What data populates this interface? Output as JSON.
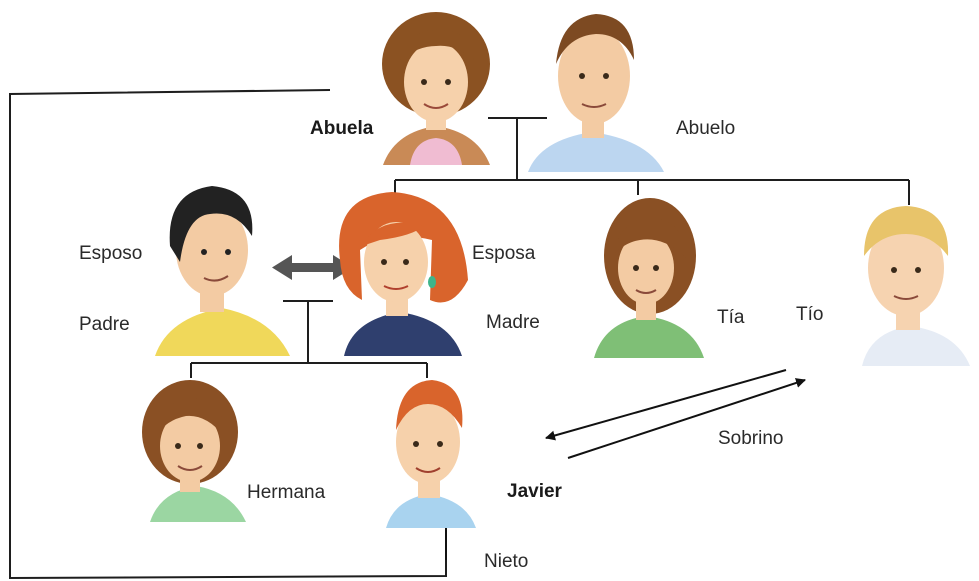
{
  "labels": {
    "abuela": "Abuela",
    "abuelo": "Abuelo",
    "esposo": "Esposo",
    "padre": "Padre",
    "esposa": "Esposa",
    "madre": "Madre",
    "tia": "Tía",
    "tio": "Tío",
    "hermana": "Hermana",
    "javier": "Javier",
    "sobrino": "Sobrino",
    "nieto": "Nieto"
  },
  "people": [
    {
      "id": "abuela",
      "hair": "#8b5222",
      "skin": "#f6d1ab",
      "shirt": "#f0bcd2",
      "collar": "#c98a56"
    },
    {
      "id": "abuelo",
      "hair": "#7d4a22",
      "skin": "#f3cba3",
      "shirt": "#bcd6f0"
    },
    {
      "id": "padre",
      "hair": "#222222",
      "skin": "#f3cba3",
      "shirt": "#f0d85a"
    },
    {
      "id": "madre",
      "hair": "#d9642c",
      "skin": "#f6d1ab",
      "shirt": "#2f3f6e"
    },
    {
      "id": "tia",
      "hair": "#8a5024",
      "skin": "#f3cba3",
      "shirt": "#7fbf76"
    },
    {
      "id": "tio",
      "hair": "#e8c46a",
      "skin": "#f6d3b0",
      "shirt": "#e6ecf5"
    },
    {
      "id": "hermana",
      "hair": "#8a5024",
      "skin": "#f3cba3",
      "shirt": "#9bd6a2"
    },
    {
      "id": "javier",
      "hair": "#d9642c",
      "skin": "#f6d1ab",
      "shirt": "#a9d3ef"
    }
  ]
}
